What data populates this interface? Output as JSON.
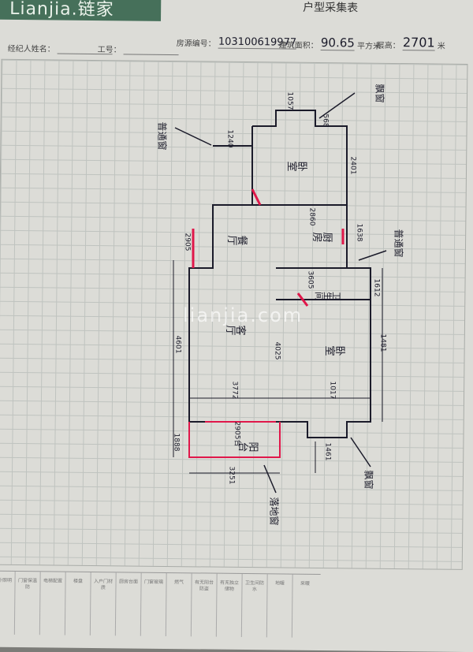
{
  "header": {
    "logo": "Lianjia.链家",
    "form_title": "户型采集表"
  },
  "fields": {
    "agent_label": "经纪人姓名",
    "id_label": "工号",
    "code_label": "房源编号",
    "code_value": "103100619977",
    "area_label": "建筑面积",
    "area_value": "90.65",
    "area_unit": "平方米",
    "height_label": "层高",
    "height_value": "2701",
    "height_unit": "米"
  },
  "watermark": "lianjia.com",
  "rooms": {
    "bedroom_top": "卧室",
    "bedroom_right": "卧室",
    "kitchen": "厨房",
    "dining": "餐厅",
    "living": "客厅",
    "bathroom": "卫生间",
    "balcony": "阳台"
  },
  "windows": {
    "top_right": "飘窗",
    "top_left": "普通窗",
    "kitchen": "普通窗",
    "bottom_right": "飘窗",
    "balcony": "落地窗"
  },
  "dimensions": {
    "d_1": "1057",
    "d_2": "568",
    "d_3": "2401",
    "d_4": "1240",
    "d_5": "2860",
    "d_6": "3605",
    "d_7": "1638",
    "d_8": "2905",
    "d_9": "4601",
    "d_10": "1481",
    "d_11": "3772",
    "d_12": "4025",
    "d_13": "1888",
    "d_14": "3251",
    "d_15": "2905台",
    "d_16": "1461",
    "d_17": "1017",
    "d_18": "1612"
  },
  "colors": {
    "header_green": "#46705a",
    "ink": "#1b1b2a",
    "red_marker": "#e0174a"
  },
  "bottom_table": [
    "室外照明",
    "门窗保温防",
    "电梯配置",
    "楼盘",
    "入户门材质",
    "厨房台面",
    "门窗玻璃",
    "燃气",
    "有无阳台防盗",
    "有无独立储物",
    "卫生间防水",
    "地暖",
    "采暖"
  ]
}
